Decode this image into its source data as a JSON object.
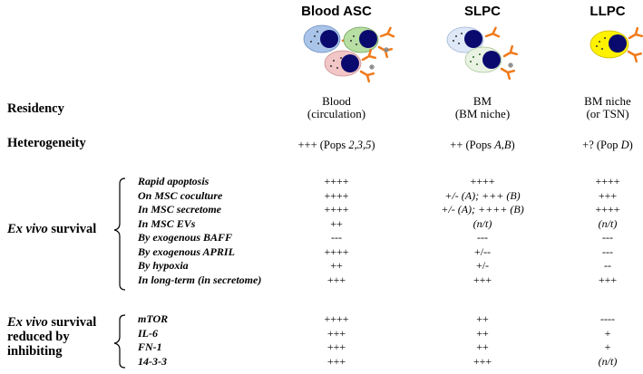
{
  "columns": {
    "blood_asc": "Blood ASC",
    "slpc": "SLPC",
    "llpc": "LLPC"
  },
  "residency": {
    "label": "Residency",
    "blood_asc": [
      "Blood",
      "(circulation)"
    ],
    "slpc": [
      "BM",
      "(BM niche)"
    ],
    "llpc": [
      "BM niche",
      "(or TSN)"
    ]
  },
  "heterogeneity": {
    "label": "Heterogeneity",
    "blood_asc": {
      "pre": "+++ (Pops ",
      "ital": "2,3,5",
      "post": ")"
    },
    "slpc": {
      "pre": "++ (Pops ",
      "ital": "A,B",
      "post": ")"
    },
    "llpc": {
      "pre": "+? (Pop ",
      "ital": "D",
      "post": ")"
    }
  },
  "ex_vivo_survival": {
    "label_ital": "Ex vivo",
    "label_rest": " survival",
    "rows": [
      {
        "name": "Rapid apoptosis",
        "blood_asc": "++++",
        "slpc": "++++",
        "llpc": "++++"
      },
      {
        "name": "On MSC coculture",
        "blood_asc": "++++",
        "slpc": "+/- (A); +++ (B)",
        "llpc": "+++"
      },
      {
        "name": "In MSC secretome",
        "blood_asc": "++++",
        "slpc": "+/- (A); ++++ (B)",
        "llpc": "++++"
      },
      {
        "name": "In MSC EVs",
        "blood_asc": "++",
        "slpc": "(n/t)",
        "llpc": "(n/t)"
      },
      {
        "name": "By exogenous BAFF",
        "blood_asc": "---",
        "slpc": "---",
        "llpc": "---"
      },
      {
        "name": "By exogenous APRIL",
        "blood_asc": "++++",
        "slpc": "+/--",
        "llpc": "---"
      },
      {
        "name": "By hypoxia",
        "blood_asc": "++",
        "slpc": "+/-",
        "llpc": "--"
      },
      {
        "name": "In long-term (in secretome)",
        "blood_asc": "+++",
        "slpc": "+++",
        "llpc": "+++"
      }
    ]
  },
  "reduced_by_inhibiting": {
    "label_line1_ital": "Ex vivo",
    "label_line1_rest": " survival",
    "label_line2": "reduced by",
    "label_line3": "inhibiting",
    "rows": [
      {
        "name": "mTOR",
        "blood_asc": "++++",
        "slpc": "++",
        "llpc": "----"
      },
      {
        "name": "IL-6",
        "blood_asc": "+++",
        "slpc": "++",
        "llpc": "+"
      },
      {
        "name": "FN-1",
        "blood_asc": "+++",
        "slpc": "++",
        "llpc": "+"
      },
      {
        "name": "14-3-3",
        "blood_asc": "+++",
        "slpc": "+++",
        "llpc": "(n/t)"
      }
    ]
  },
  "colors": {
    "nucleus": "#0a0a6e",
    "receptor": "#f07a1a",
    "cell_blue": "#a9c4e8",
    "cell_green": "#b7dea3",
    "cell_pink": "#f2c6c6",
    "cell_lightblue": "#dfe8f7",
    "cell_yellow": "#fff200",
    "ab_gray": "#8a8a8a"
  }
}
